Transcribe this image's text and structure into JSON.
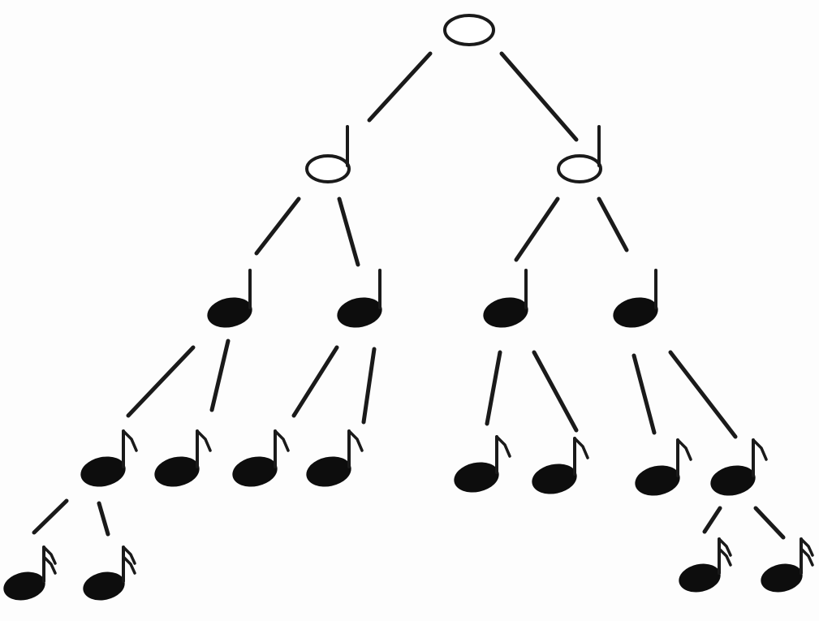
{
  "diagram": {
    "kind": "note-value-tree",
    "levels": [
      {
        "note": "whole-note",
        "count": 1
      },
      {
        "note": "half-note",
        "count": 2
      },
      {
        "note": "quarter-note",
        "count": 4
      },
      {
        "note": "eighth-note",
        "count": 8
      },
      {
        "note": "sixteenth-note",
        "count": 4
      }
    ],
    "colors": {
      "ink": "#0d0d0d",
      "background": "#ffffff"
    }
  }
}
